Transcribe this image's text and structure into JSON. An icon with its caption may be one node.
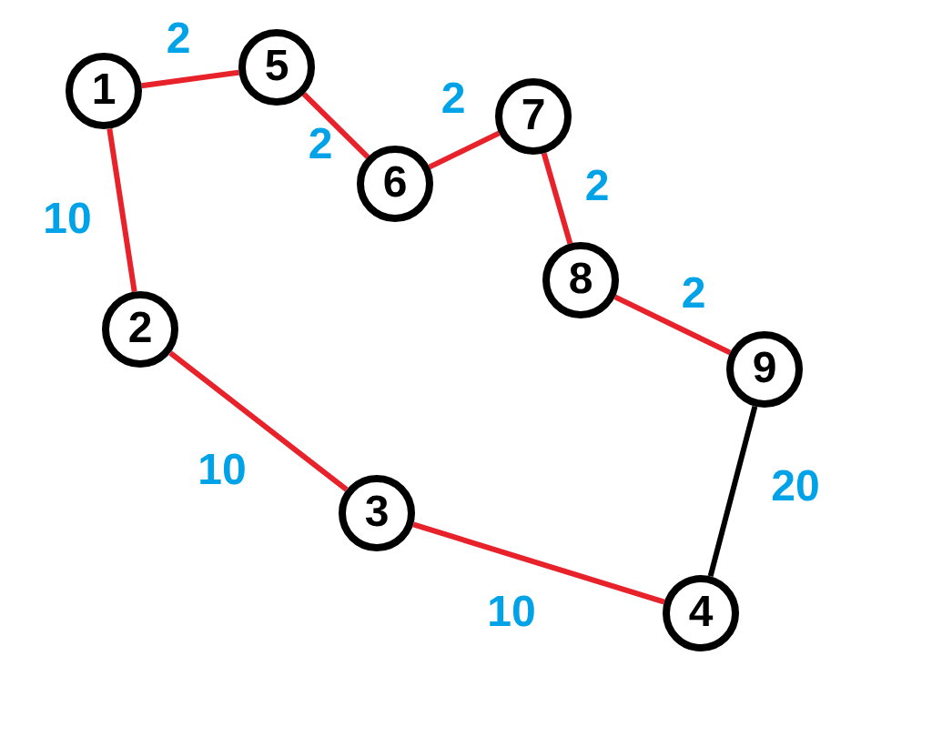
{
  "diagram": {
    "nodes": [
      {
        "text": [
          "1"
        ]
      },
      {
        "text": [
          "2"
        ]
      },
      {
        "text": [
          "3"
        ]
      },
      {
        "text": [
          "4"
        ]
      },
      {
        "text": [
          "5"
        ]
      },
      {
        "text": [
          "6"
        ]
      },
      {
        "text": [
          "7"
        ]
      },
      {
        "text": [
          "8"
        ]
      },
      {
        "text": [
          "9"
        ]
      }
    ],
    "edges": [
      {
        "from": 0,
        "to": 4,
        "arrow": "none",
        "label": "2"
      },
      {
        "from": 4,
        "to": 5,
        "arrow": "none",
        "label": "2"
      },
      {
        "from": 5,
        "to": 6,
        "arrow": "none",
        "label": "2"
      },
      {
        "from": 6,
        "to": 7,
        "arrow": "none",
        "label": "2"
      },
      {
        "from": 7,
        "to": 8,
        "arrow": "none",
        "label": "2"
      },
      {
        "from": 8,
        "to": 3,
        "arrow": "none",
        "label": "20",
        "color": "#000000"
      },
      {
        "from": 3,
        "to": 2,
        "arrow": "none",
        "label": "10"
      },
      {
        "from": 2,
        "to": 1,
        "arrow": "none",
        "label": "10"
      },
      {
        "from": 1,
        "to": 0,
        "arrow": "none",
        "label": "10"
      }
    ]
  }
}
